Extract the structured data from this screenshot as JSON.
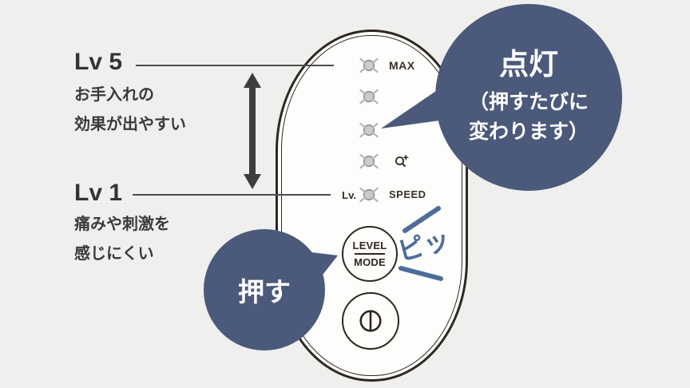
{
  "colors": {
    "background": "#efefed",
    "device_outline": "#2e2722",
    "callout_navy": "#4b5a7b",
    "beep_blue": "#4e6c9b",
    "led_gray": "#cbcbcb"
  },
  "left_annotations": {
    "lv5": {
      "label": "Lv 5",
      "line1": "お手入れの",
      "line2": "効果が出やすい"
    },
    "lv1": {
      "label": "Lv 1",
      "line1": "痛みや刺激を",
      "line2": "感じにくい"
    },
    "range_arrow_icon": "double-vertical-arrow-icon"
  },
  "device_panel": {
    "leds": [
      {
        "icon": "led-burst-icon",
        "label_right": "MAX"
      },
      {
        "icon": "led-burst-icon"
      },
      {
        "icon": "led-burst-icon"
      },
      {
        "icon": "led-burst-icon",
        "icon_right": "magnifier-sparkle-icon"
      },
      {
        "icon": "led-burst-icon",
        "label_left": "Lv.",
        "label_right": "SPEED"
      }
    ],
    "level_mode_button": {
      "line1": "LEVEL",
      "line2": "MODE"
    },
    "power_button": {
      "icon": "power-icon"
    }
  },
  "callouts": {
    "lighting": {
      "title": "点灯",
      "line1": "（押すたびに",
      "line2": "変わります）"
    },
    "press": {
      "label": "押す"
    },
    "beep": {
      "label": "ピッ"
    }
  }
}
